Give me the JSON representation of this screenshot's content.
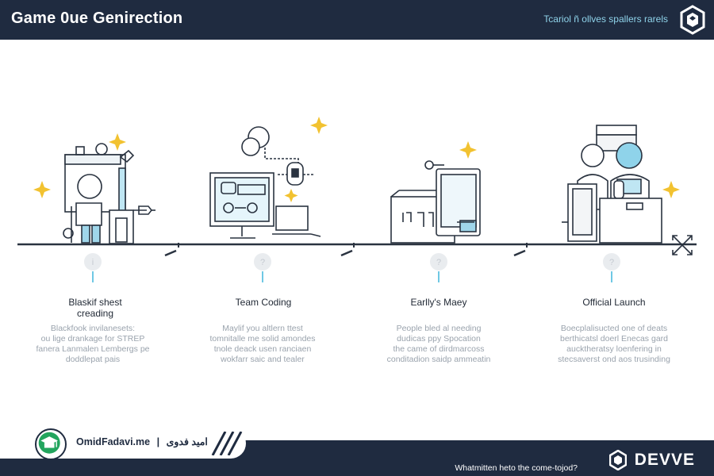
{
  "header": {
    "title": "Game 0ue Genirection",
    "tagline": "Tcariol ñ ollves spallers rarels"
  },
  "stages": [
    {
      "title_line1": "Blaskif shest",
      "title_line2": "creading",
      "desc_line1": "Blackfook invilanesets:",
      "desc_line2": "ou lige drankage for STREP",
      "desc_line3": "fanera Lanmalen Lembergs pe",
      "desc_line4": "doddlepat pais"
    },
    {
      "title_line1": "Team Coding",
      "title_line2": "",
      "desc_line1": "Maylif you altlern ttest",
      "desc_line2": "tomnitalle me solid amondes",
      "desc_line3": "tnole deack usen ranciaen",
      "desc_line4": "wokfarr saic and tealer"
    },
    {
      "title_line1": "Earlly's Maey",
      "title_line2": "",
      "desc_line1": "People bled al needing",
      "desc_line2": "dudicas ppy Spocation",
      "desc_line3": "the came of dirdmarcoss",
      "desc_line4": "conditadion saidp ammeatin"
    },
    {
      "title_line1": "Official Launch",
      "title_line2": "",
      "desc_line1": "Boecplalisucted one of deats",
      "desc_line2": "berthicatsl doerl Enecas gard",
      "desc_line3": "aucktheratsy loenfering in",
      "desc_line4": "stecsaverst ond aos trusinding"
    }
  ],
  "footer": {
    "brand": "OmidFadavi.me",
    "separator": "|",
    "brand_fa": "امید فدوی",
    "question": "Whatmitten heto the come-tojod?",
    "logo_text": "DEVVE"
  },
  "colors": {
    "navy": "#1f2b40",
    "accent_blue": "#8fd3ea",
    "star_yellow": "#f2c230",
    "line": "#2a3340",
    "badge_green": "#22a45d"
  }
}
